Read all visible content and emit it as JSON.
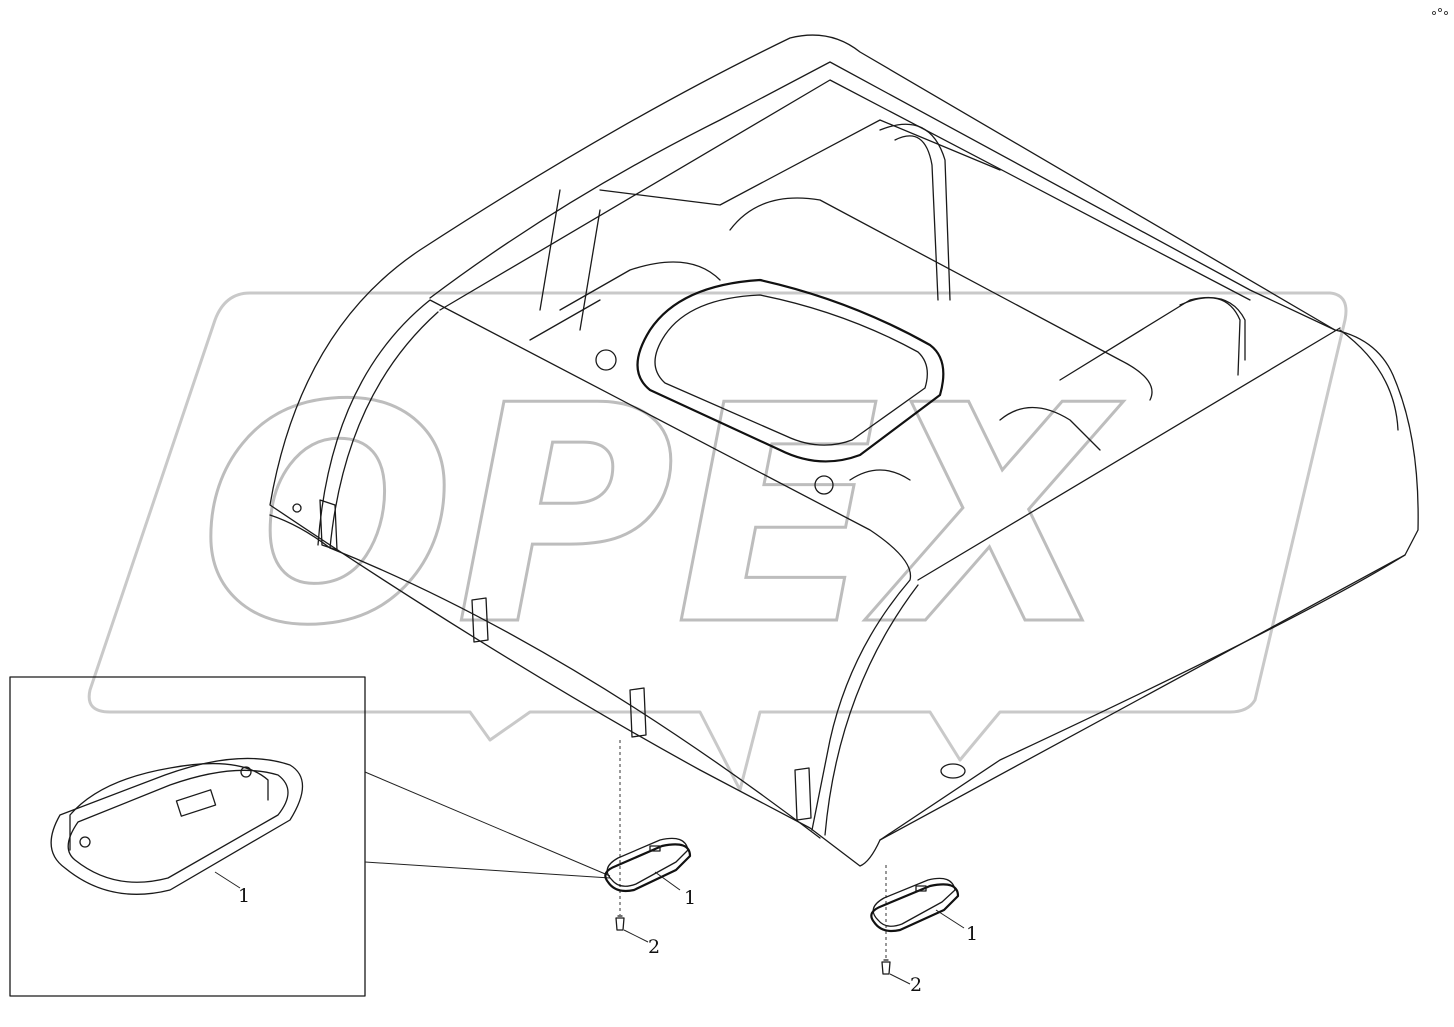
{
  "watermark": {
    "text": "OPEX"
  },
  "callouts": {
    "inset_part": "1",
    "lamp_left": "1",
    "screw_left": "2",
    "lamp_right": "1",
    "screw_right": "2"
  },
  "colors": {
    "ink": "#1a1a1a",
    "watermark": "#c4c4c4",
    "background": "#ffffff"
  }
}
